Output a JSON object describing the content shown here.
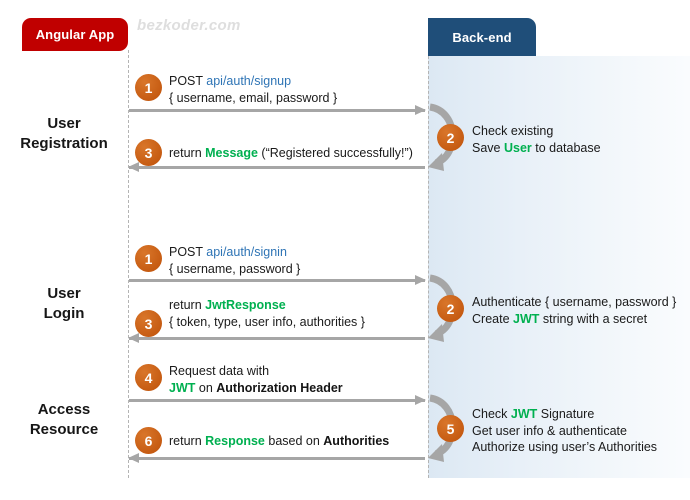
{
  "watermark": "bezkoder.com",
  "actors": {
    "client": "Angular App",
    "server": "Back-end"
  },
  "colors": {
    "client_pill": "#c00000",
    "server_pill": "#1f4e79",
    "badge": "#c55a11",
    "arrow": "#a6a6a6",
    "url_text": "#2e74b5",
    "highlight_text": "#00b050",
    "panel_gradient_start": "#dce8f3",
    "panel_gradient_end": "#fafcfe"
  },
  "sections": [
    {
      "label_line1": "User",
      "label_line2": "Registration"
    },
    {
      "label_line1": "User",
      "label_line2": "Login"
    },
    {
      "label_line1": "Access",
      "label_line2": "Resource"
    }
  ],
  "messages": {
    "m1": {
      "number": "1",
      "line1_plain": "POST ",
      "line1_url": "api/auth/signup",
      "line2": "{ username, email, password }"
    },
    "m2": {
      "number": "2",
      "line1": "Check existing",
      "line2_pre": "Save ",
      "line2_green": "User",
      "line2_post": " to database"
    },
    "m3": {
      "number": "3",
      "line1_pre": "return ",
      "line1_green": "Message",
      "line1_post": " (“Registered successfully!”)"
    },
    "m4": {
      "number": "1",
      "line1_plain": "POST ",
      "line1_url": "api/auth/signin",
      "line2": "{ username, password }"
    },
    "m5": {
      "number": "2",
      "line1": "Authenticate { username, password }",
      "line2_pre": "Create ",
      "line2_green": "JWT",
      "line2_post": " string with a secret"
    },
    "m6": {
      "number": "3",
      "line1_pre": "return ",
      "line1_green": "JwtResponse",
      "line2": "{ token, type, user info, authorities }"
    },
    "m7": {
      "number": "4",
      "line1": "Request  data with",
      "line2_green": "JWT",
      "line2_mid": " on ",
      "line2_bold": "Authorization Header"
    },
    "m8": {
      "number": "5",
      "line1_pre": "Check ",
      "line1_green": "JWT",
      "line1_post": " Signature",
      "line2": "Get user info & authenticate",
      "line3": "Authorize using user’s Authorities"
    },
    "m9": {
      "number": "6",
      "line1_pre": "return ",
      "line1_green": "Response",
      "line1_mid": " based on ",
      "line1_bold": "Authorities"
    }
  }
}
